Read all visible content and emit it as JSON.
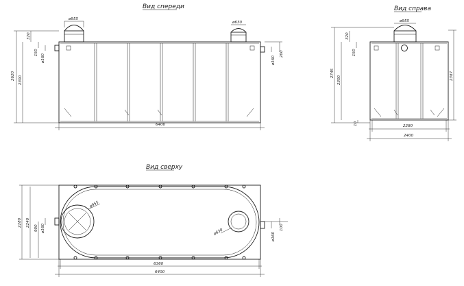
{
  "titles": {
    "front": "Вид спереди",
    "side": "Вид справа",
    "top": "Вид сверху"
  },
  "front_view": {
    "hatch_large_dia": "ø955",
    "hatch_small_dia": "ø630",
    "height_total": "2620",
    "height_body": "2300",
    "hatch_height": "320",
    "inlet_offset": "150",
    "inlet_dia": "ø160",
    "outlet_dia": "ø160",
    "outlet_offset": "200",
    "length": "6400"
  },
  "side_view": {
    "hatch_dia": "ø955",
    "height_total": "2745",
    "height_body": "2300",
    "height_right": "2387",
    "hatch_height": "320",
    "offset": "150",
    "bottom_gap": "10",
    "base_width": "2280",
    "width": "2400"
  },
  "top_view": {
    "hatch_large_dia": "ø955",
    "hatch_small_dia": "ø630",
    "width_outer": "2280",
    "width_inner": "2240",
    "inlet_offset": "900",
    "inlet_dia": "ø160",
    "outlet_dia": "ø160",
    "outlet_offset": "100",
    "inner_length": "6360",
    "length": "6400"
  }
}
